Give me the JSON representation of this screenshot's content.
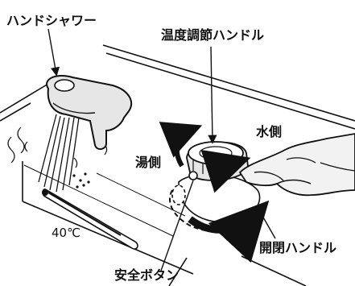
{
  "labels": {
    "hand_shower": "ハンドシャワー",
    "temp_handle": "温度調節ハンドル",
    "water_side": "水側",
    "hot_side": "湯側",
    "temperature": "40℃",
    "open_close_handle": "開閉ハンドル",
    "safety_button": "安全ボタン"
  },
  "colors": {
    "line": "#111111",
    "fill": "#ffffff",
    "shade": "#e6e6e6",
    "hand_fill": "#f2f2f2"
  },
  "icons": {
    "shower": "hand-shower-icon",
    "thermometer": "thermometer-icon",
    "hand": "hand-icon",
    "arrow": "rotate-arrow-icon"
  }
}
